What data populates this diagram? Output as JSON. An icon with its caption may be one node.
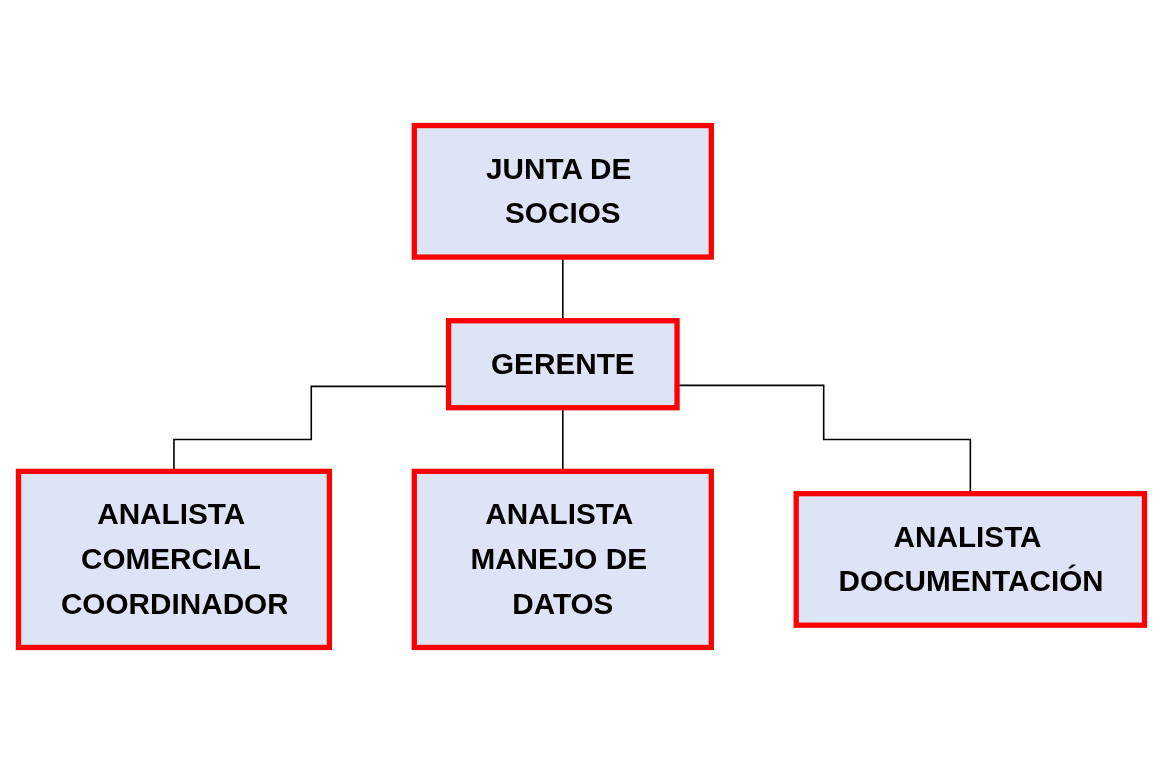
{
  "diagram": {
    "nodes": [
      {
        "text": [
          "JUNTA DE SOCIOS"
        ]
      },
      {
        "text": [
          "GERENTE"
        ]
      },
      {
        "text": [
          "ANALISTA COMERCIAL COORDINADOR"
        ]
      },
      {
        "text": [
          "ANALISTA MANEJO DE DATOS"
        ]
      },
      {
        "text": [
          "ANALISTA DOCUMENTACIÓN"
        ]
      }
    ],
    "edges": [
      {
        "from": 0,
        "to": 1,
        "arrow": "none"
      },
      {
        "from": 1,
        "to": 2,
        "arrow": "none"
      },
      {
        "from": 1,
        "to": 3,
        "arrow": "none"
      },
      {
        "from": 1,
        "to": 4,
        "arrow": "none"
      }
    ]
  }
}
